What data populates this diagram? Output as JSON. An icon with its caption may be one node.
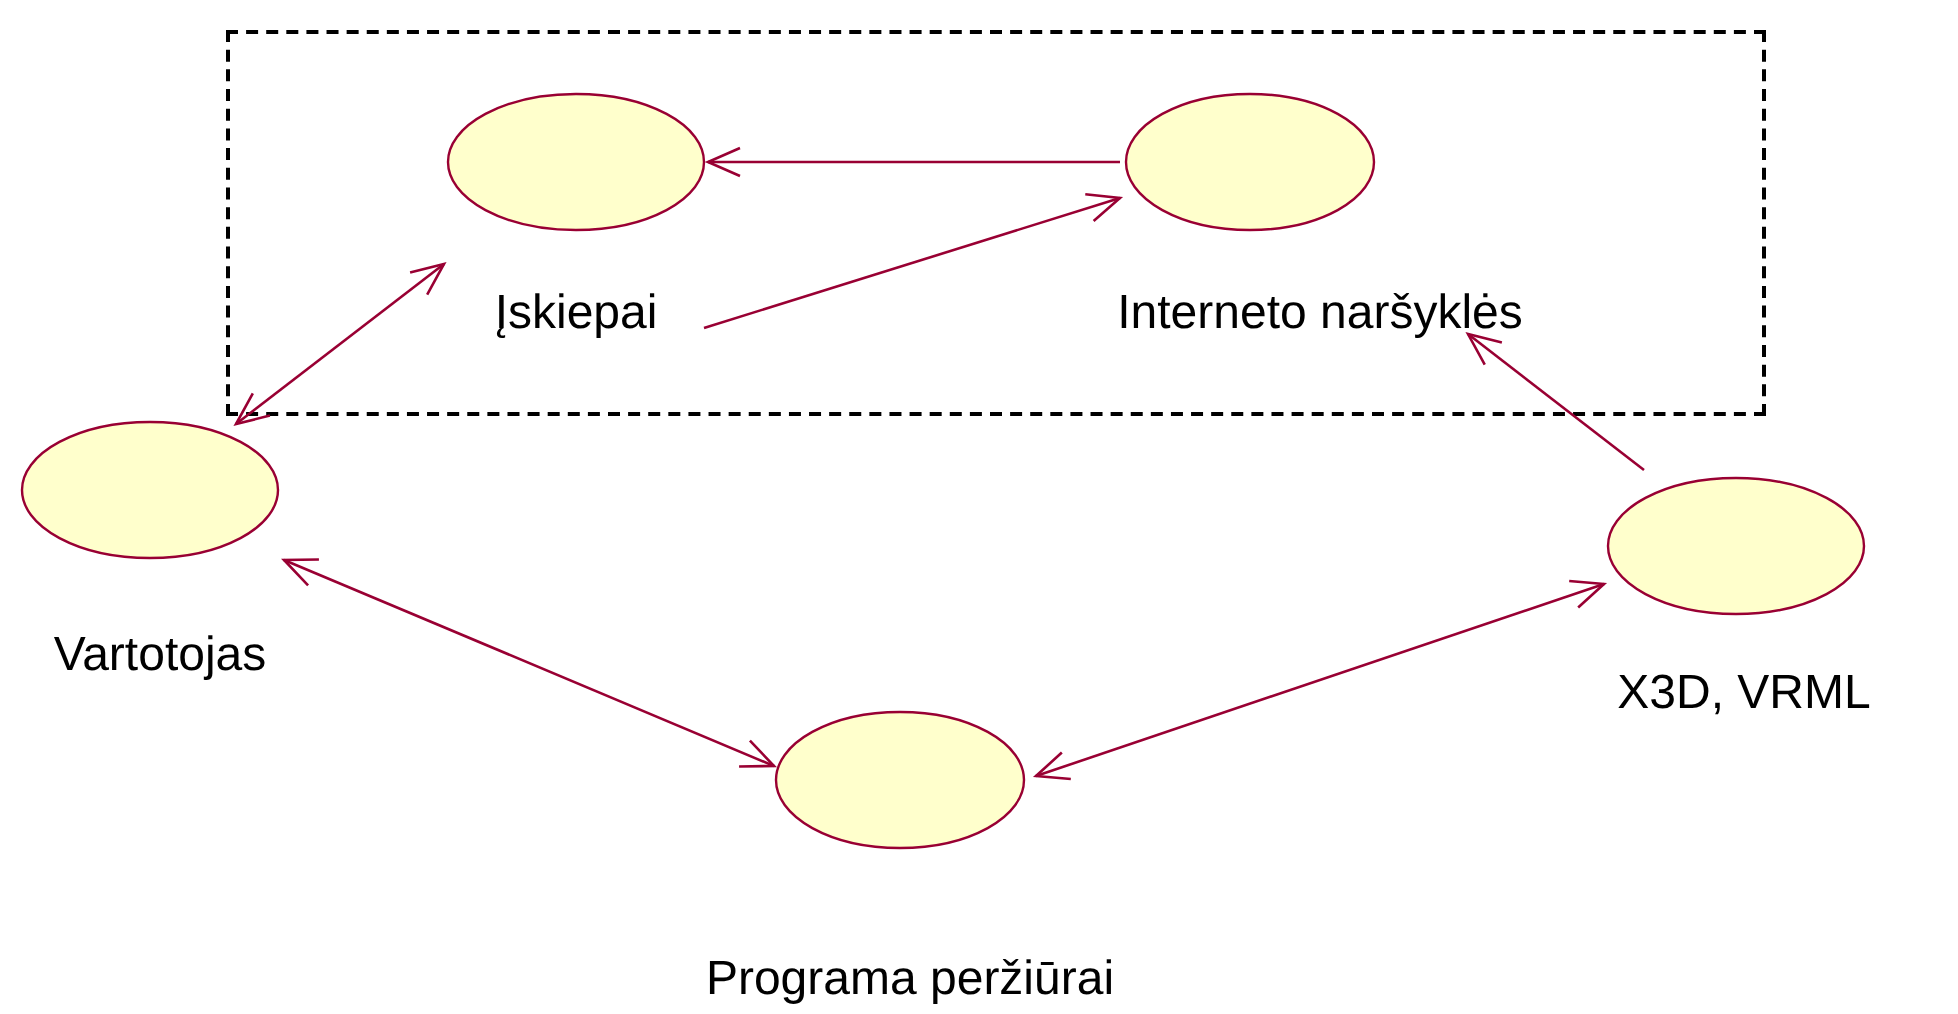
{
  "diagram": {
    "nodes": [
      {
        "text": [],
        "shape": "box"
      },
      {
        "text": [
          "Įskiepai"
        ],
        "in": 0
      },
      {
        "text": [
          "Interneto naršyklės"
        ],
        "in": 0
      },
      {
        "text": [
          "Vartotojas"
        ]
      },
      {
        "text": [
          "X3D, VRML"
        ]
      },
      {
        "text": [
          "Programa peržiūrai"
        ]
      }
    ],
    "edges": [
      {
        "from": 2,
        "to": 1,
        "arrow": "to"
      },
      {
        "from": 1,
        "to": 2,
        "arrow": "to"
      },
      {
        "from": 3,
        "to": 1,
        "arrow": "both"
      },
      {
        "from": 3,
        "to": 5,
        "arrow": "both"
      },
      {
        "from": 5,
        "to": 4,
        "arrow": "both"
      },
      {
        "from": 4,
        "to": 2,
        "arrow": "to"
      }
    ]
  }
}
